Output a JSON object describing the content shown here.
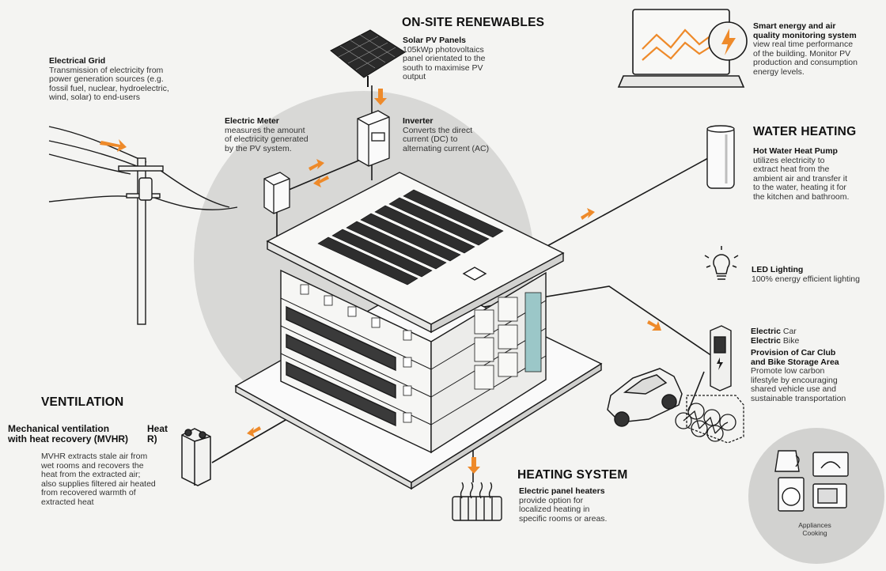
{
  "sections": {
    "renewables": "ON-SITE RENEWABLES",
    "water": "WATER HEATING",
    "ventilation": "VENTILATION",
    "heating": "HEATING SYSTEM"
  },
  "items": {
    "grid": {
      "title": "Electrical Grid",
      "desc": [
        "Transmission of electricity from",
        "power generation sources (e.g.",
        "fossil fuel, nuclear, hydroelectric,",
        "wind, solar) to end-users"
      ]
    },
    "meter": {
      "title": "Electric Meter",
      "desc": [
        "measures the amount",
        "of electricity generated",
        "by the PV system."
      ]
    },
    "pv": {
      "title": "Solar PV Panels",
      "desc": [
        "105kWp photovoltaics",
        "panel orientated to the",
        "south to maximise PV",
        "output"
      ]
    },
    "inverter": {
      "title": "Inverter",
      "desc": [
        "Converts the direct",
        "current (DC) to",
        "alternating current (AC)"
      ]
    },
    "monitor": {
      "title": [
        "Smart energy and air",
        "quality monitoring system"
      ],
      "desc": [
        "view real time performance",
        "of the building.  Monitor PV",
        "production and consumption",
        "energy levels."
      ]
    },
    "heatpump": {
      "title": "Hot Water Heat Pump",
      "desc": [
        "utilizes electricity to",
        "extract heat from the",
        "ambient air and transfer it",
        "to the water, heating it for",
        "the kitchen and bathroom."
      ]
    },
    "led": {
      "title": "LED Lighting",
      "desc": "100% energy efficient lighting"
    },
    "ev": {
      "car_bold": "Electric",
      "car_rest": " Car",
      "bike_bold": "Electric",
      "bike_rest": " Bike",
      "club_title": [
        "Provision of Car Club",
        "and Bike Storage Area"
      ],
      "desc": [
        "Promote low carbon",
        "lifestyle by encouraging",
        "shared vehicle use and",
        "sustainable transportation"
      ]
    },
    "mvhr": {
      "title": [
        "Mechanical ventilation",
        "with heat recovery (MVHR)"
      ],
      "overlap": [
        "Heat",
        "R)"
      ],
      "desc": [
        "MVHR extracts stale air from",
        "wet rooms and recovers the",
        "heat from the extracted air;",
        "also supplies filtered air heated",
        "from recovered warmth of",
        "extracted heat"
      ]
    },
    "panel": {
      "title": "Electric panel heaters",
      "desc": [
        "provide option for",
        "localized heating in",
        "specific rooms or areas."
      ]
    },
    "appliances": {
      "label": [
        "Appliances",
        "Cooking"
      ]
    }
  },
  "colors": {
    "accent": "#ee8a2a",
    "line": "#1a1a1a",
    "circle": "#d6d6d4",
    "bg": "#f4f4f2"
  }
}
